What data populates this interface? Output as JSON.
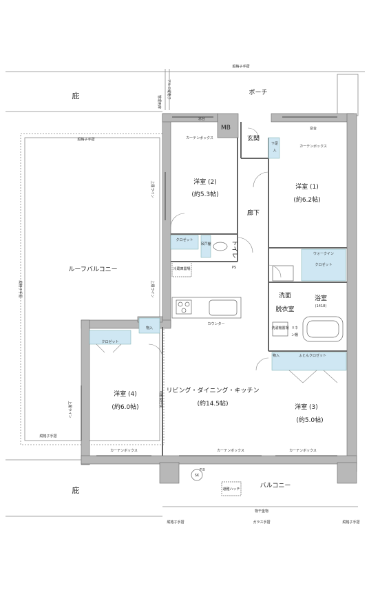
{
  "rooms": {
    "room2_name": "洋室 (2)",
    "room2_size": "(約5.3帖)",
    "room1_name": "洋室 (1)",
    "room1_size": "(約6.2帖)",
    "room4_name": "洋室 (4)",
    "room4_size": "(約6.0帖)",
    "room3_name": "洋室 (3)",
    "room3_size": "(約5.0帖)",
    "ldk_name": "リビング・ダイニング・キッチン",
    "ldk_size": "(約14.5帖)",
    "roof_balcony": "ルーフバルコニー",
    "balcony": "バルコニー",
    "porch": "ポーチ",
    "entrance": "玄関",
    "hallway": "廊下",
    "toilet": "トイレ",
    "washroom_1": "洗面",
    "washroom_2": "脱衣室",
    "bath": "浴室",
    "bath_size": "(1418)",
    "eaves_top": "庇",
    "eaves_bottom": "庇"
  },
  "storage": {
    "closet_2": "クロゼット",
    "closet_4": "クロゼット",
    "walkin_1": "ウォークイン",
    "walkin_2": "クロゼット",
    "futon_closet": "ふとんクロゼット",
    "storage_ldk": "物入",
    "storage_3": "物入",
    "shoe_1": "下足",
    "shoe_2": "入",
    "linen_1": "リネ",
    "linen_2": "ン棚",
    "mb": "MB",
    "ps": "PS"
  },
  "fixtures": {
    "counter": "カウンター",
    "partition": "可動間仕切",
    "window_seat_left": "窓台",
    "window_seat_right": "窓台",
    "curtain_box": "カーテンボックス",
    "upper_line": "上履ライン",
    "handrail": "縦格子手摺",
    "glass_handrail": "ガラス手摺",
    "fridge": "冷蔵庫置場",
    "washer": "洗濯機置場",
    "ventilator": "避難ハッチ",
    "shelf": "吊戸棚",
    "fix": "FIX",
    "sk": "SK",
    "aluminum_grille": "アルミ縦格子",
    "meter_box": "管理用扉",
    "handrail_fitting": "物干金物"
  },
  "colors": {
    "wall": "#b8b8b8",
    "storage_fill": "#cfe7f3",
    "line": "#555555"
  }
}
